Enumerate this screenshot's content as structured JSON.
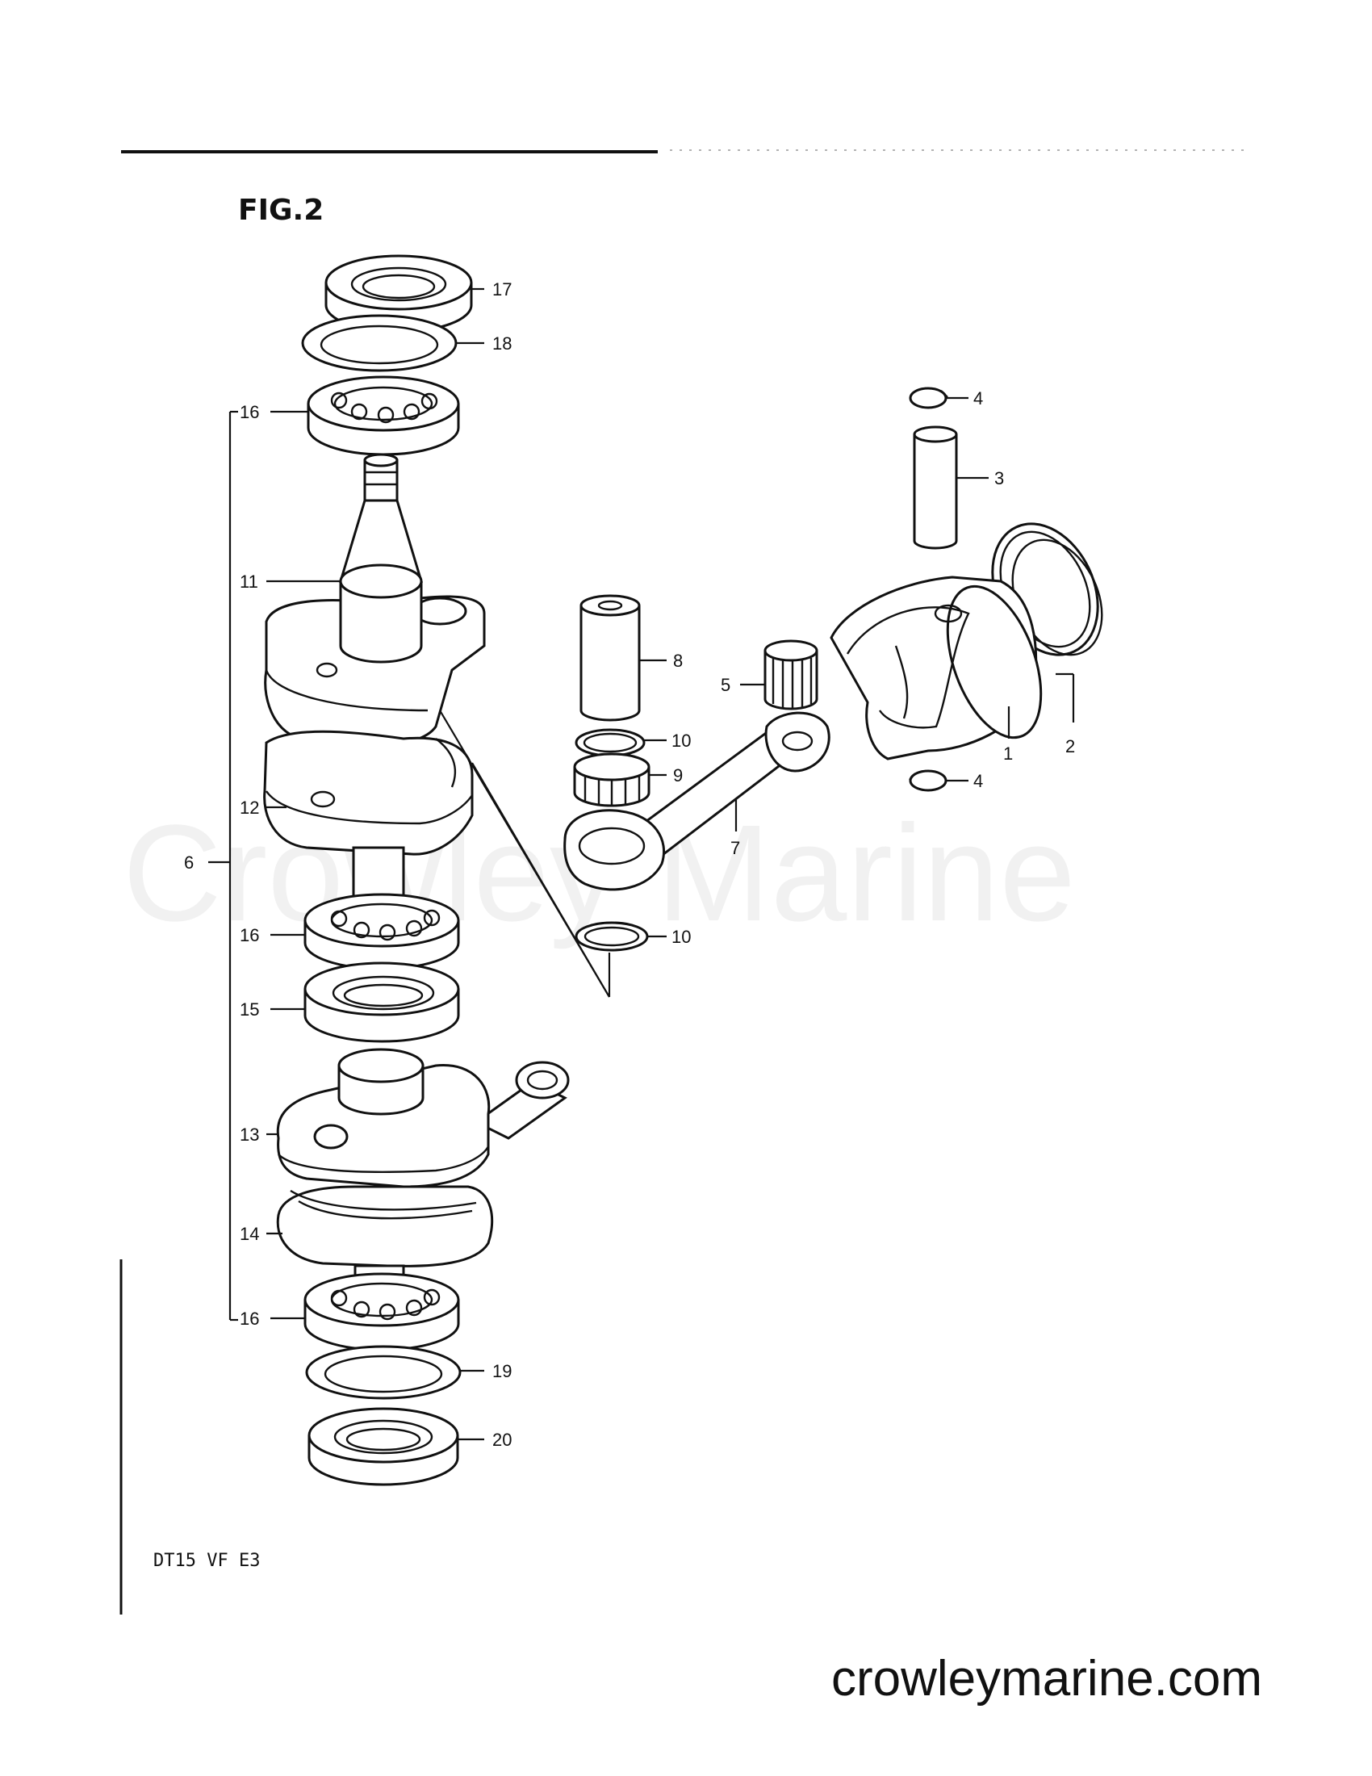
{
  "figure": {
    "title": "FIG.2",
    "model_code": "DT15  VF  E3"
  },
  "callouts": {
    "c1": "1",
    "c2": "2",
    "c3": "3",
    "c4a": "4",
    "c4b": "4",
    "c5": "5",
    "c6": "6",
    "c7": "7",
    "c8": "8",
    "c9": "9",
    "c10a": "10",
    "c10b": "10",
    "c11": "11",
    "c12": "12",
    "c13": "13",
    "c14": "14",
    "c15": "15",
    "c16a": "16",
    "c16b": "16",
    "c16c": "16",
    "c17": "17",
    "c18": "18",
    "c19": "19",
    "c20": "20"
  },
  "watermark": "Crowley Marine",
  "site_url": "crowleymarine.com"
}
